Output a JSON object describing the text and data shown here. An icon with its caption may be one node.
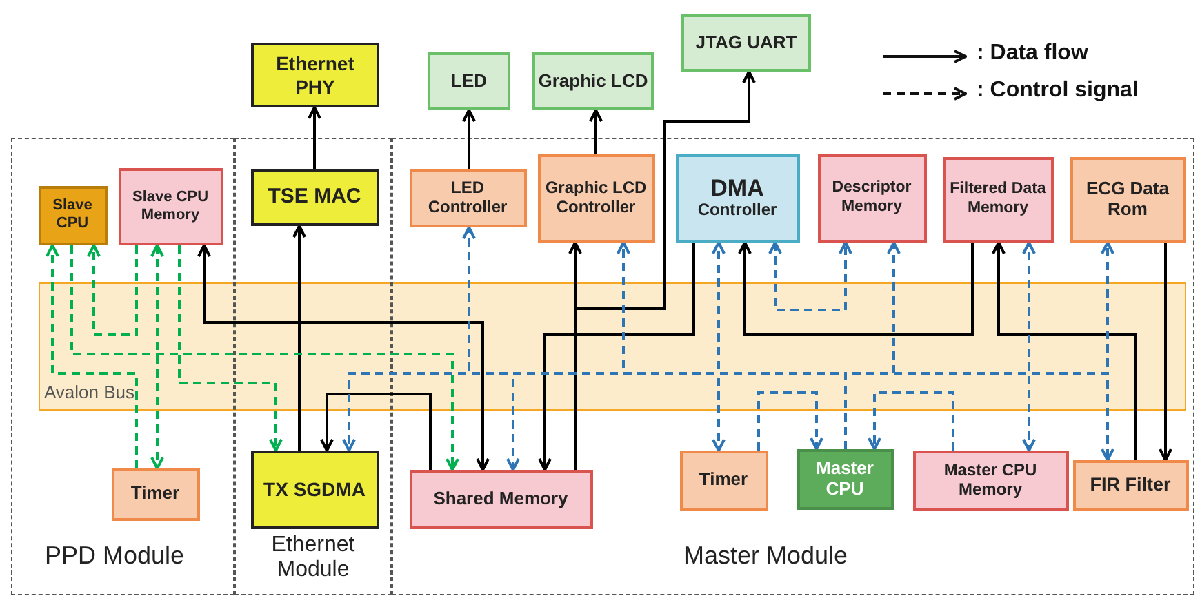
{
  "diagram": {
    "nodes": [
      {
        "text": [
          "Ethernet PHY"
        ]
      },
      {
        "text": [
          "LED"
        ]
      },
      {
        "text": [
          "Graphic LCD"
        ]
      },
      {
        "text": [
          "JTAG UART"
        ]
      },
      {
        "text": [
          "PPD Module"
        ]
      },
      {
        "text": [
          "Ethernet Module"
        ]
      },
      {
        "text": [
          "Master Module"
        ]
      },
      {
        "text": [
          "Slave CPU"
        ],
        "in": 4
      },
      {
        "text": [
          "Slave CPU Memory"
        ],
        "in": 4
      },
      {
        "text": [
          "Timer"
        ],
        "in": 4
      },
      {
        "text": [
          "TSE MAC"
        ],
        "in": 5
      },
      {
        "text": [
          "TX SGDMA"
        ],
        "in": 5
      },
      {
        "text": [
          "LED Controller"
        ],
        "in": 6
      },
      {
        "text": [
          "Graphic LCD Controller"
        ],
        "in": 6
      },
      {
        "text": [
          "DMA",
          "Controller"
        ],
        "in": 6
      },
      {
        "text": [
          "Descriptor Memory"
        ],
        "in": 6
      },
      {
        "text": [
          "Filtered Data Memory"
        ],
        "in": 6
      },
      {
        "text": [
          "ECG Data Rom"
        ],
        "in": 6
      },
      {
        "text": [
          "Shared Memory"
        ],
        "in": 6
      },
      {
        "text": [
          "Timer"
        ],
        "in": 6
      },
      {
        "text": [
          "Master CPU"
        ],
        "in": 6
      },
      {
        "text": [
          "Master CPU Memory"
        ],
        "in": 6
      },
      {
        "text": [
          "FIR Filter"
        ],
        "in": 6
      }
    ],
    "edges": [
      {
        "from": 10,
        "to": 0,
        "arrow": "to",
        "color": "#000000"
      },
      {
        "from": 12,
        "to": 1,
        "arrow": "to",
        "color": "#000000"
      },
      {
        "from": 13,
        "to": 2,
        "arrow": "to",
        "color": "#000000"
      },
      {
        "from": 11,
        "to": 10,
        "arrow": "to",
        "color": "#000000"
      },
      {
        "from": 18,
        "to": 13,
        "arrow": "to",
        "color": "#000000"
      },
      {
        "from": 18,
        "to": 3,
        "arrow": "to",
        "color": "#000000"
      },
      {
        "from": 14,
        "to": 18,
        "arrow": "to",
        "color": "#000000"
      },
      {
        "from": 16,
        "to": 14,
        "arrow": "to",
        "color": "#000000"
      },
      {
        "from": 22,
        "to": 16,
        "arrow": "to",
        "color": "#000000"
      },
      {
        "from": 17,
        "to": 22,
        "arrow": "to",
        "color": "#000000"
      },
      {
        "from": 8,
        "to": 18,
        "arrow": "both",
        "color": "#000000"
      },
      {
        "from": 18,
        "to": 11,
        "arrow": "to",
        "color": "#000000"
      },
      {
        "from": 20,
        "to": 11,
        "arrow": "to",
        "style": "dashed"
      },
      {
        "from": 20,
        "to": 18,
        "arrow": "to",
        "style": "dashed"
      },
      {
        "from": 20,
        "to": 12,
        "arrow": "to",
        "style": "dashed"
      },
      {
        "from": 20,
        "to": 13,
        "arrow": "to",
        "style": "dashed"
      },
      {
        "from": 20,
        "to": 14,
        "arrow": "to",
        "style": "dashed"
      },
      {
        "from": 20,
        "to": 19,
        "arrow": "to",
        "style": "dashed"
      },
      {
        "from": 20,
        "to": 15,
        "arrow": "to",
        "style": "dashed"
      },
      {
        "from": 20,
        "to": 16,
        "arrow": "to",
        "style": "dashed"
      },
      {
        "from": 20,
        "to": 21,
        "arrow": "to",
        "style": "dashed"
      },
      {
        "from": 20,
        "to": 17,
        "arrow": "to",
        "style": "dashed"
      },
      {
        "from": 20,
        "to": 22,
        "arrow": "to",
        "style": "dashed"
      },
      {
        "from": 14,
        "to": 15,
        "arrow": "both",
        "style": "dashed"
      },
      {
        "from": 19,
        "to": 20,
        "arrow": "to",
        "style": "dashed"
      },
      {
        "from": 21,
        "to": 20,
        "arrow": "to",
        "style": "dashed"
      },
      {
        "from": 8,
        "to": 7,
        "arrow": "to",
        "style": "dashed",
        "color": "#00b050"
      },
      {
        "from": 7,
        "to": 18,
        "arrow": "to",
        "style": "dashed",
        "color": "#00b050"
      },
      {
        "from": 9,
        "to": 7,
        "arrow": "to",
        "style": "dashed",
        "color": "#00b050"
      },
      {
        "from": 8,
        "to": 9,
        "arrow": "both",
        "style": "dashed",
        "color": "#00b050"
      },
      {
        "from": 8,
        "to": 11,
        "arrow": "to",
        "style": "dashed",
        "color": "#00b050"
      }
    ],
    "labels": [
      "Avalon Bus"
    ],
    "legend": [
      {
        "text": ": Data flow"
      },
      {
        "text": ": Control signal"
      }
    ]
  }
}
